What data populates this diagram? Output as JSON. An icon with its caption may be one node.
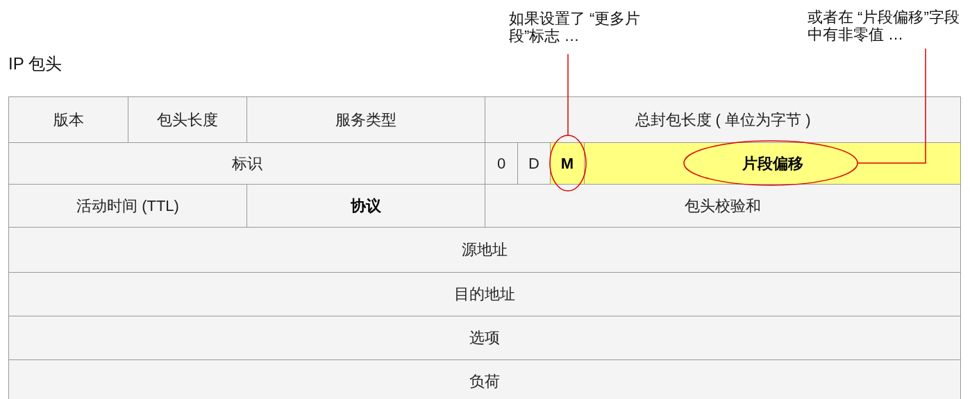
{
  "diagram": {
    "title": "IP 包头",
    "nodes": [
      {
        "text": [
          "如果设置了 “更多片段”标志 …"
        ]
      },
      {
        "text": [
          "或者在 “片段偏移”字段中有非零值 …"
        ]
      },
      {
        "text": [
          "版本"
        ]
      },
      {
        "text": [
          "包头长度"
        ]
      },
      {
        "text": [
          "服务类型"
        ]
      },
      {
        "text": [
          "总封包长度 ( 单位为字节 )"
        ]
      },
      {
        "text": [
          "标识"
        ]
      },
      {
        "text": [
          "0"
        ]
      },
      {
        "text": [
          "D"
        ]
      },
      {
        "text": [
          "M"
        ]
      },
      {
        "text": [
          "片段偏移"
        ]
      },
      {
        "text": [
          "活动时间 (TTL)"
        ]
      },
      {
        "text": [
          "协议"
        ]
      },
      {
        "text": [
          "包头校验和"
        ]
      },
      {
        "text": [
          "源地址"
        ]
      },
      {
        "text": [
          "目的地址"
        ]
      },
      {
        "text": [
          "选项"
        ]
      },
      {
        "text": [
          "负荷"
        ]
      }
    ],
    "edges": [
      {
        "from": 0,
        "to": 9,
        "arrow": "none"
      },
      {
        "from": 1,
        "to": 10,
        "arrow": "none"
      }
    ]
  }
}
